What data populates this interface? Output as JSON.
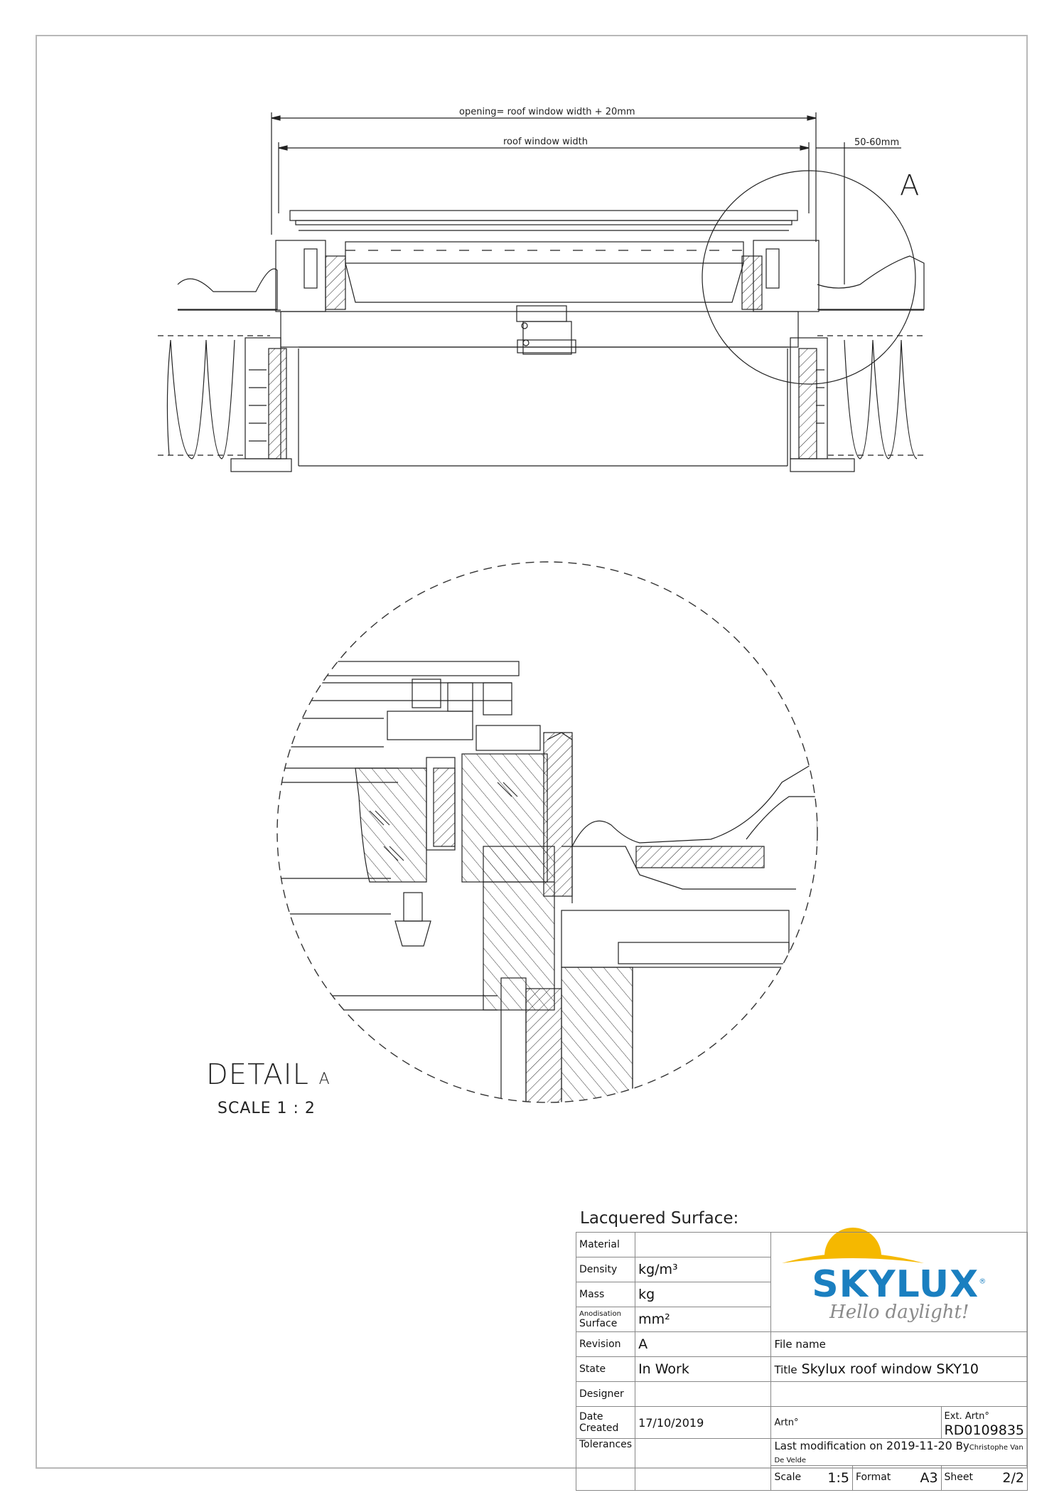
{
  "dimensions": {
    "opening": "opening= roof window width + 20mm",
    "window_width": "roof window width",
    "gap": "50-60mm"
  },
  "detail_marker": "A",
  "detail": {
    "title": "DETAIL",
    "letter": "A",
    "scale": "SCALE 1 : 2"
  },
  "lacquered": "Lacquered Surface:",
  "title_block": {
    "material_label": "Material",
    "density_label": "Density",
    "density_unit": "kg/m³",
    "mass_label": "Mass",
    "mass_unit": "kg",
    "anod_label_1": "Anodisation",
    "anod_label_2": "Surface",
    "surface_unit": "mm²",
    "revision_label": "Revision",
    "revision": "A",
    "state_label": "State",
    "state": "In Work",
    "designer_label": "Designer",
    "date_label_1": "Date",
    "date_label_2": "Created",
    "date": "17/10/2019",
    "tolerances_label": "Tolerances",
    "file_name_label": "File name",
    "title_label": "Title",
    "title": "Skylux roof window SKY10",
    "art_label": "Artn°",
    "ext_art_label": "Ext. Artn°",
    "ext_art": "RD0109835",
    "last_mod_label": "Last modification on",
    "last_mod": "2019-11-20",
    "by_label": "By",
    "by": "Christophe Van De Velde",
    "scale_label": "Scale",
    "scale": "1:5",
    "format_label": "Format",
    "format": "A3",
    "sheet_label": "Sheet",
    "sheet": "2/2"
  },
  "logo": {
    "brand": "SKYLUX",
    "tagline": "Hello daylight!",
    "reg": "®",
    "brand_color": "#1a7fc0",
    "sun_color": "#f5b800"
  }
}
